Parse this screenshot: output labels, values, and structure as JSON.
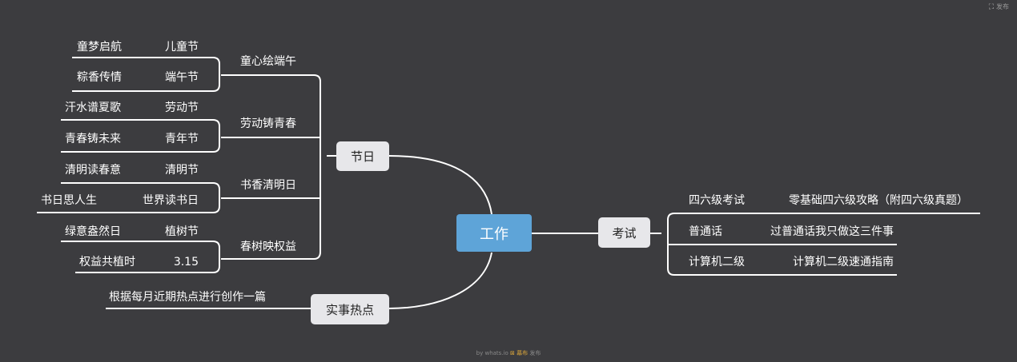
{
  "colors": {
    "background": "#3c3c3f",
    "central": "#5ea4d8",
    "node": "#e7e7ea",
    "line": "#ffffff"
  },
  "top_right": {
    "icon": "expand-icon",
    "label": "发布"
  },
  "central": {
    "label": "工作"
  },
  "branches": {
    "holiday": {
      "label": "节日",
      "subtopics": [
        {
          "label": "童心绘端午",
          "items": [
            {
              "title": "童梦启航",
              "tag": "儿童节"
            },
            {
              "title": "粽香传情",
              "tag": "端午节"
            }
          ]
        },
        {
          "label": "劳动铸青春",
          "items": [
            {
              "title": "汗水谱夏歌",
              "tag": "劳动节"
            },
            {
              "title": "青春铸未来",
              "tag": "青年节"
            }
          ]
        },
        {
          "label": "书香清明日",
          "items": [
            {
              "title": "清明读春意",
              "tag": "清明节"
            },
            {
              "title": "书日思人生",
              "tag": "世界读书日"
            }
          ]
        },
        {
          "label": "春树映权益",
          "items": [
            {
              "title": "绿意盎然日",
              "tag": "植树节"
            },
            {
              "title": "权益共植时",
              "tag": "3.15"
            }
          ]
        }
      ]
    },
    "hotspot": {
      "label": "实事热点",
      "item": "根据每月近期热点进行创作一篇"
    },
    "exam": {
      "label": "考试",
      "items": [
        {
          "title": "四六级考试",
          "detail": "零基础四六级攻略（附四六级真题）"
        },
        {
          "title": "普通话",
          "detail": "过普通话我只做这三件事"
        },
        {
          "title": "计算机二级",
          "detail": "计算机二级速通指南"
        }
      ]
    }
  },
  "footer": {
    "prefix": "by",
    "site": "whats.io",
    "brand": "幕布",
    "suffix": "发布"
  }
}
